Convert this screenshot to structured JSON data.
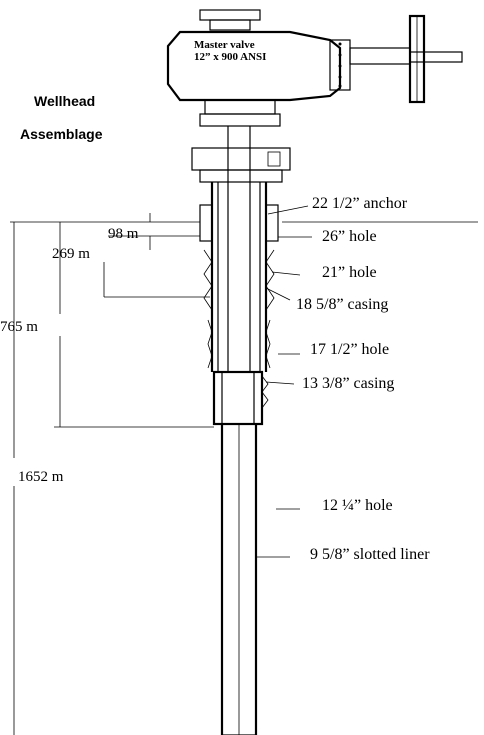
{
  "wellhead": {
    "title_line1": "Wellhead",
    "title_line2": "Assemblage",
    "valve_line1": "Master valve",
    "valve_line2": "12” x  900 ANSI"
  },
  "depths": {
    "d98": "98 m",
    "d269": "269 m",
    "d765": "765 m",
    "d1652": "1652  m"
  },
  "components": {
    "anchor": "22 1/2” anchor",
    "hole26": "26”  hole",
    "hole21": "21”  hole",
    "casing18": "18 5/8”  casing",
    "hole17": "17 1/2”  hole",
    "casing13": "13 3/8”  casing",
    "hole12": "12 ¼” hole",
    "liner": "9 5/8” slotted liner"
  }
}
